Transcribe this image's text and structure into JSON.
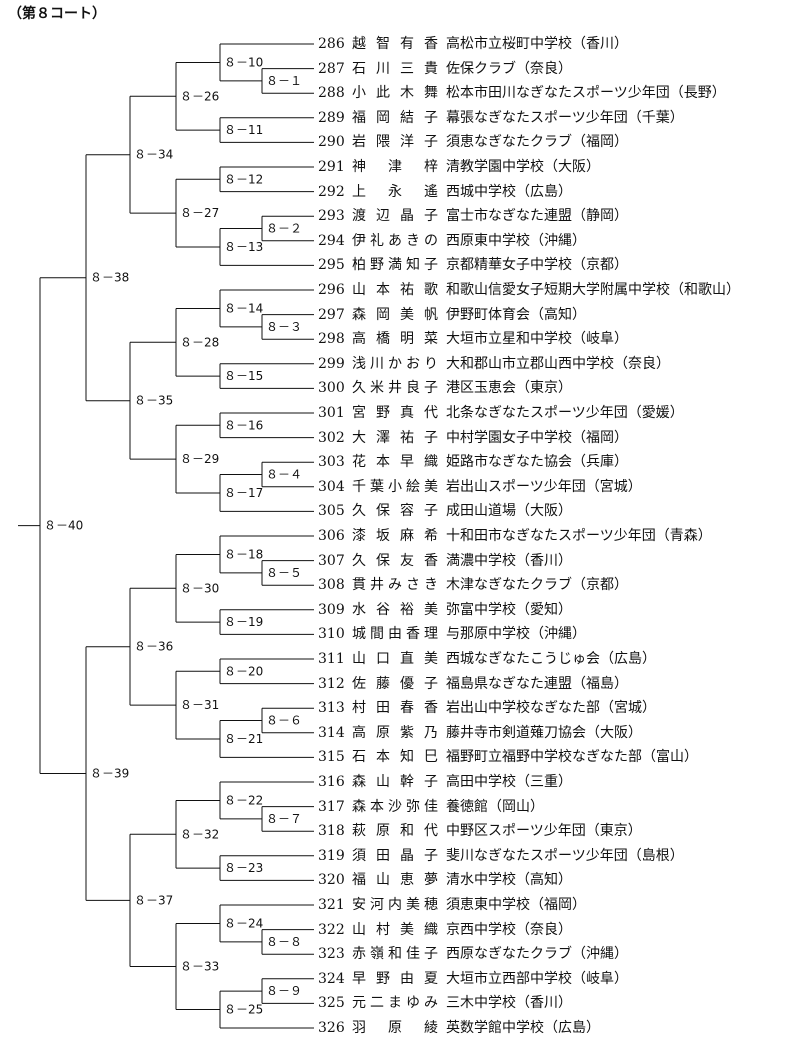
{
  "title": "（第８コート）",
  "entries": [
    {
      "no": "286",
      "name": "越智有香",
      "team": "高松市立桜町中学校（香川）"
    },
    {
      "no": "287",
      "name": "石川三貴",
      "team": "佐保クラブ（奈良）"
    },
    {
      "no": "288",
      "name": "小此木舞",
      "team": "松本市田川なぎなたスポーツ少年団（長野）"
    },
    {
      "no": "289",
      "name": "福岡結子",
      "team": "幕張なぎなたスポーツ少年団（千葉）"
    },
    {
      "no": "290",
      "name": "岩隈洋子",
      "team": "須恵なぎなたクラブ（福岡）"
    },
    {
      "no": "291",
      "name": "神津梓",
      "team": "清教学園中学校（大阪）"
    },
    {
      "no": "292",
      "name": "上永遙",
      "team": "西城中学校（広島）"
    },
    {
      "no": "293",
      "name": "渡辺晶子",
      "team": "富士市なぎなた連盟（静岡）"
    },
    {
      "no": "294",
      "name": "伊礼あきの",
      "team": "西原東中学校（沖縄）"
    },
    {
      "no": "295",
      "name": "柏野満知子",
      "team": "京都精華女子中学校（京都）"
    },
    {
      "no": "296",
      "name": "山本祐歌",
      "team": "和歌山信愛女子短期大学附属中学校（和歌山）"
    },
    {
      "no": "297",
      "name": "森岡美帆",
      "team": "伊野町体育会（高知）"
    },
    {
      "no": "298",
      "name": "高橋明菜",
      "team": "大垣市立星和中学校（岐阜）"
    },
    {
      "no": "299",
      "name": "浅川かおり",
      "team": "大和郡山市立郡山西中学校（奈良）"
    },
    {
      "no": "300",
      "name": "久米井良子",
      "team": "港区玉恵会（東京）"
    },
    {
      "no": "301",
      "name": "宮野真代",
      "team": "北条なぎなたスポーツ少年団（愛媛）"
    },
    {
      "no": "302",
      "name": "大澤祐子",
      "team": "中村学園女子中学校（福岡）"
    },
    {
      "no": "303",
      "name": "花本早織",
      "team": "姫路市なぎなた協会（兵庫）"
    },
    {
      "no": "304",
      "name": "千葉小絵美",
      "team": "岩出山スポーツ少年団（宮城）"
    },
    {
      "no": "305",
      "name": "久保容子",
      "team": "成田山道場（大阪）"
    },
    {
      "no": "306",
      "name": "漆坂麻希",
      "team": "十和田市なぎなたスポーツ少年団（青森）"
    },
    {
      "no": "307",
      "name": "久保友香",
      "team": "満濃中学校（香川）"
    },
    {
      "no": "308",
      "name": "貫井みさき",
      "team": "木津なぎなたクラブ（京都）"
    },
    {
      "no": "309",
      "name": "水谷裕美",
      "team": "弥富中学校（愛知）"
    },
    {
      "no": "310",
      "name": "城間由香理",
      "team": "与那原中学校（沖縄）"
    },
    {
      "no": "311",
      "name": "山口直美",
      "team": "西城なぎなたこうじゅ会（広島）"
    },
    {
      "no": "312",
      "name": "佐藤優子",
      "team": "福島県なぎなた連盟（福島）"
    },
    {
      "no": "313",
      "name": "村田春香",
      "team": "岩出山中学校なぎなた部（宮城）"
    },
    {
      "no": "314",
      "name": "高原紫乃",
      "team": "藤井寺市剣道薙刀協会（大阪）"
    },
    {
      "no": "315",
      "name": "石本知巳",
      "team": "福野町立福野中学校なぎなた部（富山）"
    },
    {
      "no": "316",
      "name": "森山幹子",
      "team": "高田中学校（三重）"
    },
    {
      "no": "317",
      "name": "森本沙弥佳",
      "team": "養徳館（岡山）"
    },
    {
      "no": "318",
      "name": "萩原和代",
      "team": "中野区スポーツ少年団（東京）"
    },
    {
      "no": "319",
      "name": "須田晶子",
      "team": "斐川なぎなたスポーツ少年団（島根）"
    },
    {
      "no": "320",
      "name": "福山恵夢",
      "team": "清水中学校（高知）"
    },
    {
      "no": "321",
      "name": "安河内美穂",
      "team": "須恵東中学校（福岡）"
    },
    {
      "no": "322",
      "name": "山村美織",
      "team": "京西中学校（奈良）"
    },
    {
      "no": "323",
      "name": "赤嶺和佳子",
      "team": "西原なぎなたクラブ（沖縄）"
    },
    {
      "no": "324",
      "name": "早野由夏",
      "team": "大垣市立西部中学校（岐阜）"
    },
    {
      "no": "325",
      "name": "元二まゆみ",
      "team": "三木中学校（香川）"
    },
    {
      "no": "326",
      "name": "羽原綾",
      "team": "英数学館中学校（広島）"
    }
  ],
  "rounds": {
    "r1": [
      {
        "label": "８－１",
        "a": 1,
        "b": 2
      },
      {
        "label": "８－２",
        "a": 7,
        "b": 8
      },
      {
        "label": "８－３",
        "a": 11,
        "b": 12
      },
      {
        "label": "８－４",
        "a": 17,
        "b": 18
      },
      {
        "label": "８－５",
        "a": 21,
        "b": 22
      },
      {
        "label": "８－６",
        "a": 27,
        "b": 28
      },
      {
        "label": "８－７",
        "a": 31,
        "b": 32
      },
      {
        "label": "８－８",
        "a": 36,
        "b": 37
      },
      {
        "label": "８－９",
        "a": 38,
        "b": 39
      }
    ],
    "r2": [
      {
        "label": "８－10",
        "a": "e0",
        "b": "r1.0"
      },
      {
        "label": "８－11",
        "a": "e3",
        "b": "e4"
      },
      {
        "label": "８－12",
        "a": "e5",
        "b": "e6"
      },
      {
        "label": "８－13",
        "a": "r1.1",
        "b": "e9"
      },
      {
        "label": "８－14",
        "a": "e10",
        "b": "r1.2"
      },
      {
        "label": "８－15",
        "a": "e13",
        "b": "e14"
      },
      {
        "label": "８－16",
        "a": "e15",
        "b": "e16"
      },
      {
        "label": "８－17",
        "a": "r1.3",
        "b": "e19"
      },
      {
        "label": "８－18",
        "a": "e20",
        "b": "r1.4"
      },
      {
        "label": "８－19",
        "a": "e23",
        "b": "e24"
      },
      {
        "label": "８－20",
        "a": "e25",
        "b": "e26"
      },
      {
        "label": "８－21",
        "a": "r1.5",
        "b": "e29"
      },
      {
        "label": "８－22",
        "a": "e30",
        "b": "r1.6"
      },
      {
        "label": "８－23",
        "a": "e33",
        "b": "e34"
      },
      {
        "label": "８－24",
        "a": "e35",
        "b": "r1.7"
      },
      {
        "label": "８－25",
        "a": "r1.8",
        "b": "e40"
      }
    ],
    "r3": [
      {
        "label": "８－26",
        "a": "r2.0",
        "b": "r2.1"
      },
      {
        "label": "８－27",
        "a": "r2.2",
        "b": "r2.3"
      },
      {
        "label": "８－28",
        "a": "r2.4",
        "b": "r2.5"
      },
      {
        "label": "８－29",
        "a": "r2.6",
        "b": "r2.7"
      },
      {
        "label": "８－30",
        "a": "r2.8",
        "b": "r2.9"
      },
      {
        "label": "８－31",
        "a": "r2.10",
        "b": "r2.11"
      },
      {
        "label": "８－32",
        "a": "r2.12",
        "b": "r2.13"
      },
      {
        "label": "８－33",
        "a": "r2.14",
        "b": "r2.15"
      }
    ],
    "r4": [
      {
        "label": "８－34",
        "a": "r3.0",
        "b": "r3.1"
      },
      {
        "label": "８－35",
        "a": "r3.2",
        "b": "r3.3"
      },
      {
        "label": "８－36",
        "a": "r3.4",
        "b": "r3.5"
      },
      {
        "label": "８－37",
        "a": "r3.6",
        "b": "r3.7"
      }
    ],
    "r5": [
      {
        "label": "８－38",
        "a": "r4.0",
        "b": "r4.1"
      },
      {
        "label": "８－39",
        "a": "r4.2",
        "b": "r4.3"
      }
    ],
    "r6": [
      {
        "label": "８－40",
        "a": "r5.0",
        "b": "r5.1"
      }
    ]
  }
}
